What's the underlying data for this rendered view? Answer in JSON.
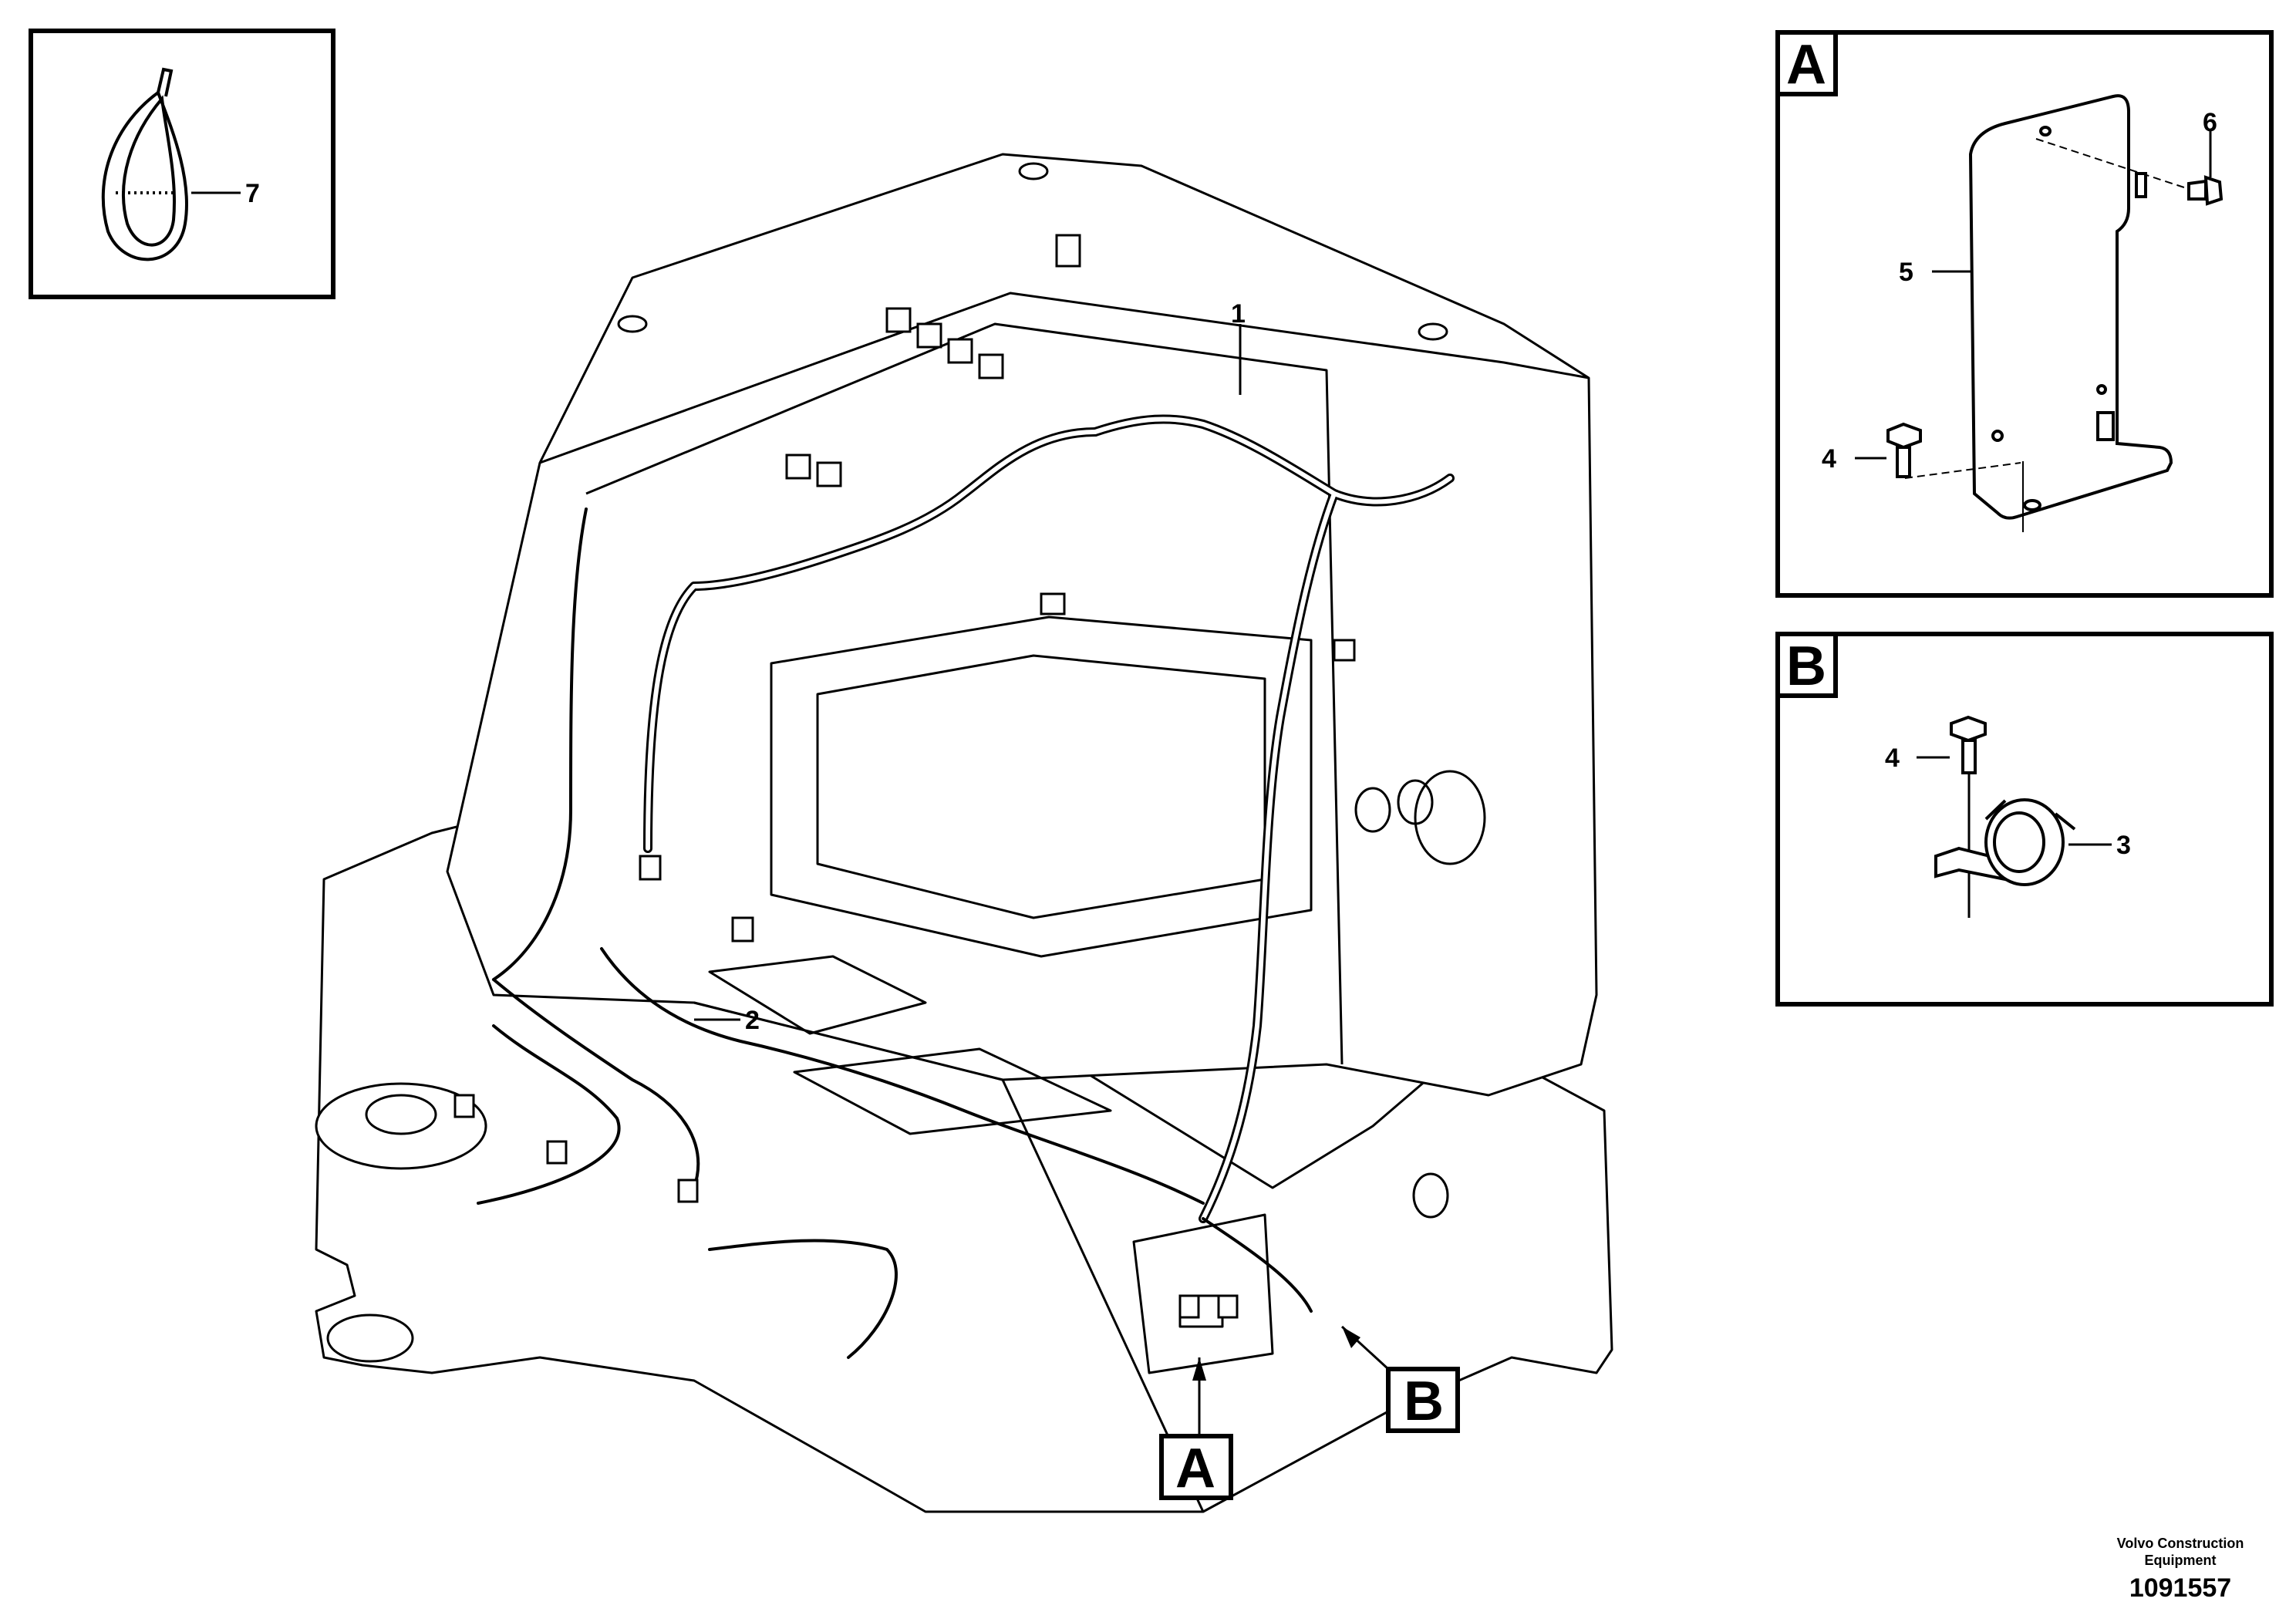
{
  "callouts": {
    "cable_tie": "7",
    "main_harness": "1",
    "secondary_harness": "2",
    "bracket": "5",
    "screw_small": "6",
    "bolt_a": "4",
    "bolt_b": "4",
    "grommet_clip": "3"
  },
  "views": {
    "detail_a_tag": "A",
    "detail_b_tag": "B",
    "pointer_a_tag": "A",
    "pointer_b_tag": "B"
  },
  "footer": {
    "company_line1": "Volvo Construction",
    "company_line2": "Equipment",
    "document_number": "1091557"
  }
}
